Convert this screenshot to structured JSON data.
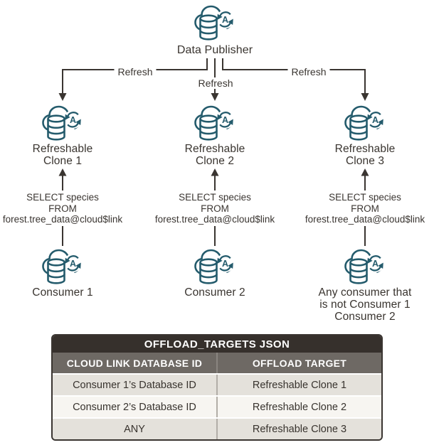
{
  "diagram": {
    "publisher": {
      "label": "Data Publisher"
    },
    "icons": {
      "node": "autonomous-database-cloud-icon"
    },
    "branches": [
      {
        "refresh_label": "Refresh",
        "clone_name": [
          "Refreshable",
          "Clone 1"
        ],
        "query": [
          "SELECT species",
          "FROM",
          "forest.tree_data@cloud$link"
        ],
        "consumer_name": [
          "Consumer 1"
        ]
      },
      {
        "refresh_label": "Refresh",
        "clone_name": [
          "Refreshable",
          "Clone 2"
        ],
        "query": [
          "SELECT species",
          "FROM",
          "forest.tree_data@cloud$link"
        ],
        "consumer_name": [
          "Consumer 2"
        ]
      },
      {
        "refresh_label": "Refresh",
        "clone_name": [
          "Refreshable",
          "Clone 3"
        ],
        "query": [
          "SELECT species",
          "FROM",
          "forest.tree_data@cloud$link"
        ],
        "consumer_name": [
          "Any consumer that",
          "is not Consumer 1",
          "Consumer 2"
        ]
      }
    ]
  },
  "table": {
    "title": "OFFLOAD_TARGETS JSON",
    "columns": [
      "CLOUD LINK DATABASE ID",
      "OFFLOAD TARGET"
    ],
    "rows": [
      [
        "Consumer 1’s Database ID",
        "Refreshable Clone 1"
      ],
      [
        "Consumer 2’s Database ID",
        "Refreshable Clone 2"
      ],
      [
        "ANY",
        "Refreshable Clone 3"
      ]
    ]
  },
  "colors": {
    "icon_teal": "#245b6c",
    "line_dark": "#3a3531",
    "table_title_bg": "#36302c",
    "table_header_bg": "#6e6964",
    "row_odd_bg": "#e4e1db",
    "row_even_bg": "#f7f5f1"
  }
}
